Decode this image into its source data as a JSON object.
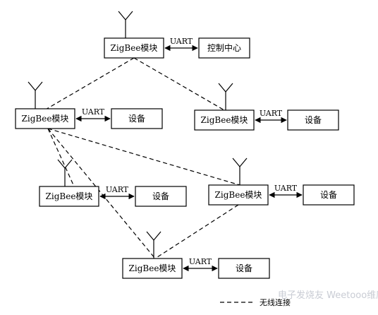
{
  "modules": [
    {
      "id": "m-top",
      "label": "ZigBee模块",
      "peer": "控制中心",
      "link": "UART"
    },
    {
      "id": "m-l1",
      "label": "ZigBee模块",
      "peer": "设备",
      "link": "UART"
    },
    {
      "id": "m-r1",
      "label": "ZigBee模块",
      "peer": "设备",
      "link": "UART"
    },
    {
      "id": "m-l2",
      "label": "ZigBee模块",
      "peer": "设备",
      "link": "UART"
    },
    {
      "id": "m-r2",
      "label": "ZigBee模块",
      "peer": "设备",
      "link": "UART"
    },
    {
      "id": "m-bot",
      "label": "ZigBee模块",
      "peer": "设备",
      "link": "UART"
    }
  ],
  "legend": {
    "label": "无线连接"
  },
  "watermark": {
    "text": "电子发烧友 Weetooo维库"
  }
}
